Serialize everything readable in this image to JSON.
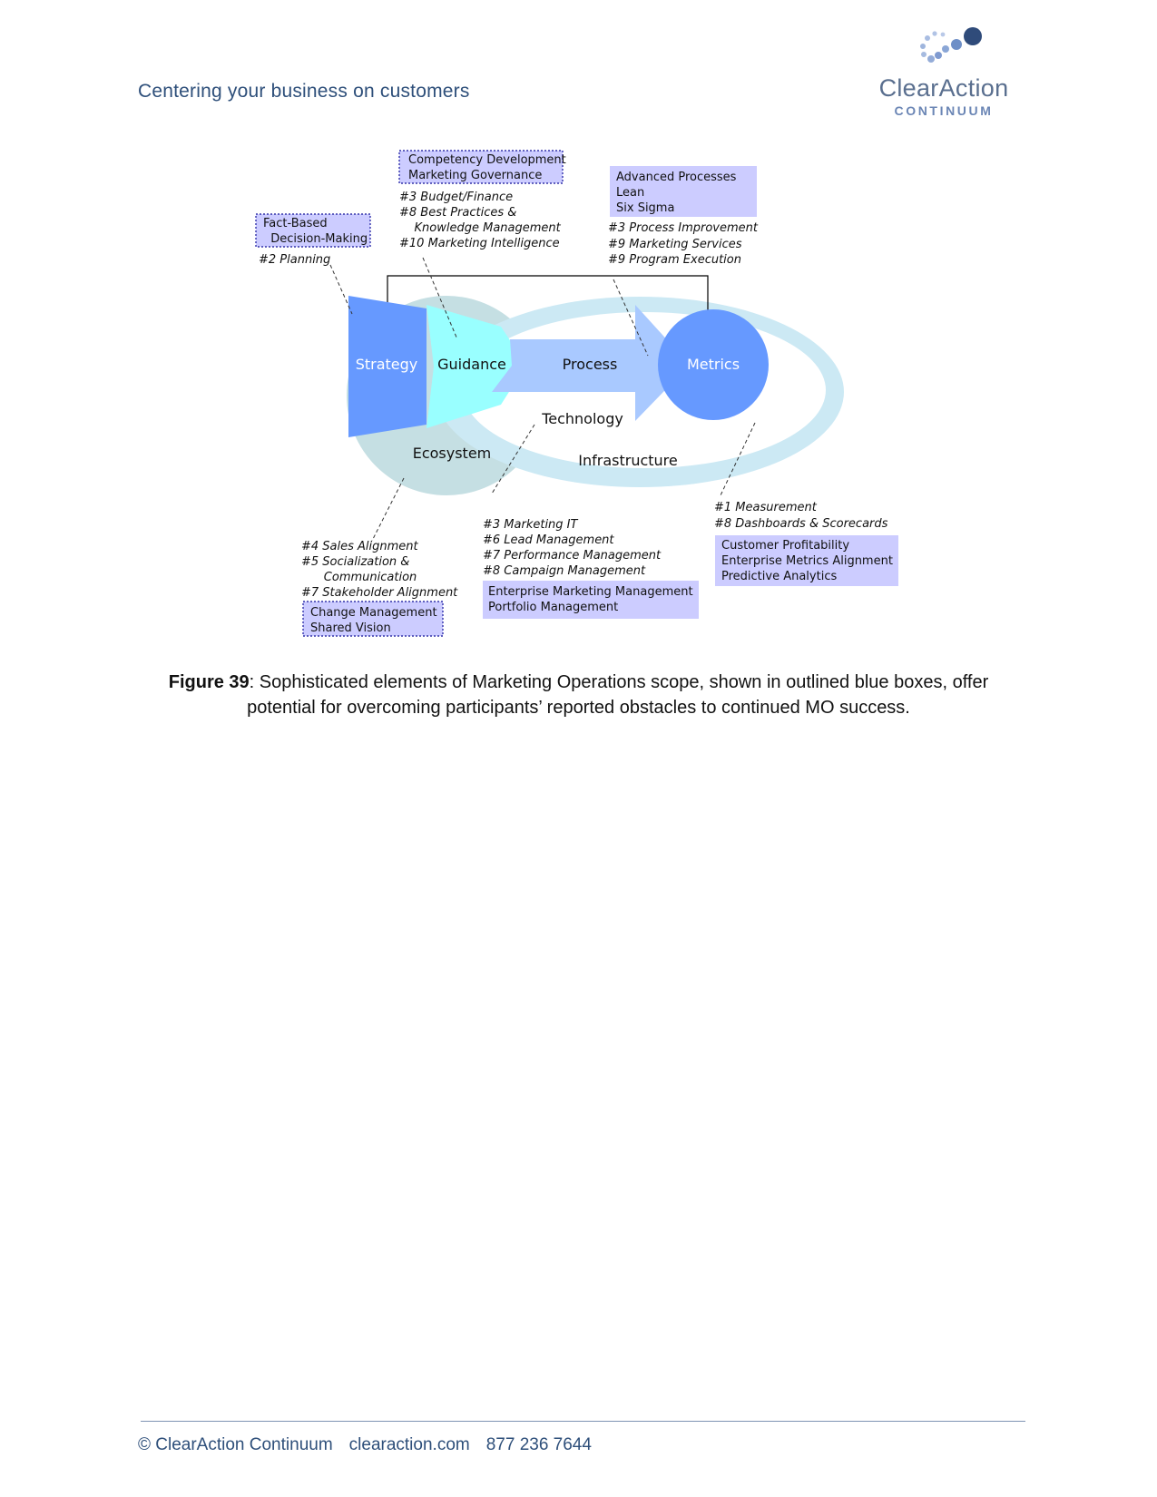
{
  "header": {
    "tagline": "Centering your business on customers",
    "logo_word": "ClearAction",
    "logo_sub": "CONTINUUM"
  },
  "diagram": {
    "stages": [
      "Strategy",
      "Guidance",
      "Process",
      "Metrics"
    ],
    "rings": {
      "technology": "Technology",
      "ecosystem": "Ecosystem",
      "infrastructure": "Infrastructure"
    },
    "callouts": {
      "strategy": {
        "box_lines": [
          "Fact-Based",
          "  Decision-Making"
        ],
        "items": [
          "#2 Planning"
        ]
      },
      "guidance": {
        "box_lines": [
          "Competency Development",
          "Marketing Governance"
        ],
        "items": [
          "#3 Budget/Finance",
          "#8 Best Practices &",
          "    Knowledge Management",
          "#10 Marketing Intelligence"
        ]
      },
      "process": {
        "box_lines": [
          "Advanced Processes",
          "Lean",
          "Six Sigma"
        ],
        "items": [
          "#3 Process Improvement",
          "#9 Marketing Services",
          "#9 Program Execution"
        ]
      },
      "ecosystem": {
        "items": [
          "#4 Sales Alignment",
          "#5 Socialization &",
          "      Communication",
          "#7 Stakeholder Alignment"
        ],
        "box_lines": [
          "Change Management",
          "Shared Vision"
        ]
      },
      "technology": {
        "items": [
          "#3 Marketing IT",
          "#6 Lead Management",
          "#7 Performance Management",
          "#8 Campaign Management"
        ],
        "box_lines": [
          "Enterprise Marketing Management",
          "Portfolio Management"
        ]
      },
      "metrics": {
        "items": [
          "#1 Measurement",
          "#8 Dashboards & Scorecards"
        ],
        "box_lines": [
          "Customer Profitability",
          "Enterprise Metrics Alignment",
          "Predictive Analytics"
        ]
      }
    },
    "colors": {
      "strategy": "#6699ff",
      "guidance": "#99ffff",
      "process": "#a9c9ff",
      "metrics": "#6699ff",
      "ecosystem_ring": "#c5dfe3",
      "infrastructure_ring": "#cce9f4",
      "callout_box": "#ccccff"
    }
  },
  "caption": {
    "label": "Figure 39",
    "text": ": Sophisticated elements of Marketing Operations scope, shown in outlined blue boxes, offer potential for overcoming participants’ reported obstacles to continued MO success."
  },
  "footer": {
    "copyright": "© ClearAction Continuum",
    "website": "clearaction.com",
    "phone": "877 236 7644"
  }
}
